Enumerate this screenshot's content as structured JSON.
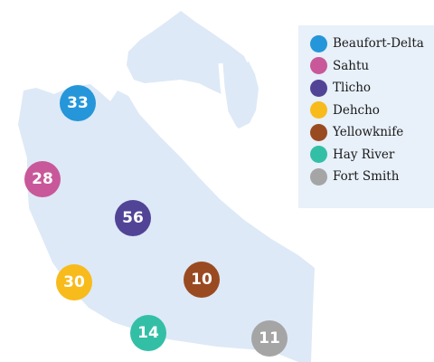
{
  "colors": {
    "land": "#dde9f6",
    "legend_bg": "#e8f0f9"
  },
  "regions": [
    {
      "name": "Beaufort-Delta",
      "value": "33",
      "color": "#2596d9"
    },
    {
      "name": "Sahtu",
      "value": "28",
      "color": "#c8589a"
    },
    {
      "name": "Tlicho",
      "value": "56",
      "color": "#514496"
    },
    {
      "name": "Dehcho",
      "value": "30",
      "color": "#f8bb1c"
    },
    {
      "name": "Yellowknife",
      "value": "10",
      "color": "#9a4a21"
    },
    {
      "name": "Hay River",
      "value": "14",
      "color": "#33bfa6"
    },
    {
      "name": "Fort Smith",
      "value": "11",
      "color": "#a4a5a4"
    }
  ]
}
